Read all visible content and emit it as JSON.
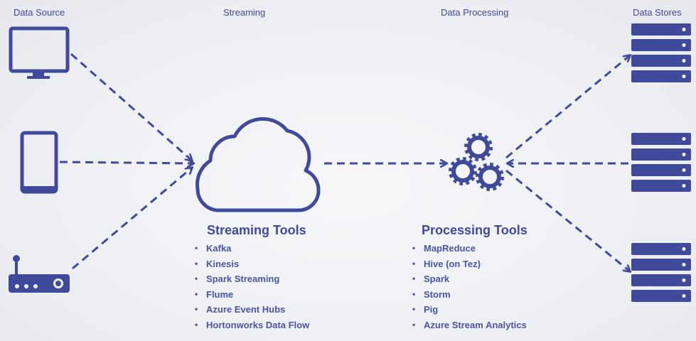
{
  "headings": {
    "data_source": "Data Source",
    "streaming": "Streaming",
    "data_processing": "Data Processing",
    "data_stores": "Data Stores"
  },
  "streaming_tools": {
    "title": "Streaming Tools",
    "items": [
      "Kafka",
      "Kinesis",
      "Spark Streaming",
      "Flume",
      "Azure Event Hubs",
      "Hortonworks Data Flow"
    ]
  },
  "processing_tools": {
    "title": "Processing Tools",
    "items": [
      "MapReduce",
      "Hive (on Tez)",
      "Spark",
      "Storm",
      "Pig",
      "Azure Stream Analytics"
    ]
  },
  "colors": {
    "primary": "#3f4a9a",
    "background": "#eef0f4"
  },
  "icons": {
    "sources": [
      "monitor-icon",
      "tablet-icon",
      "router-icon"
    ],
    "streaming": "cloud-icon",
    "processing": "gears-icon",
    "stores": [
      "server-stack-icon",
      "server-stack-icon",
      "server-stack-icon"
    ]
  }
}
